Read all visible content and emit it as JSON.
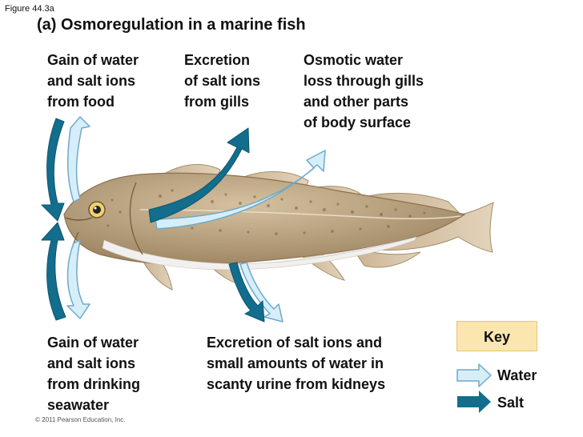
{
  "figure_label": "Figure 44.3a",
  "title": "(a) Osmoregulation in a marine fish",
  "captions": {
    "gain_food": "Gain of water\nand salt ions\nfrom food",
    "excretion_gills": "Excretion\nof salt ions\nfrom gills",
    "osmotic_loss": "Osmotic water\nloss through gills\nand other parts\nof body surface",
    "gain_drinking": "Gain of water\nand salt ions\nfrom drinking\nseawater",
    "excretion_kidneys": "Excretion of salt ions and\nsmall amounts of water in\nscanty urine from kidneys"
  },
  "key": {
    "title": "Key",
    "water_label": "Water",
    "salt_label": "Salt"
  },
  "colors": {
    "water_arrow_fill": "#d6eefa",
    "water_arrow_stroke": "#6fa9c8",
    "salt_arrow": "#136d8c",
    "key_bg": "#fbe6b0",
    "fish_body": "#b49a73",
    "fish_belly": "#ecebe8"
  },
  "copyright": "© 2011 Pearson Education, Inc."
}
